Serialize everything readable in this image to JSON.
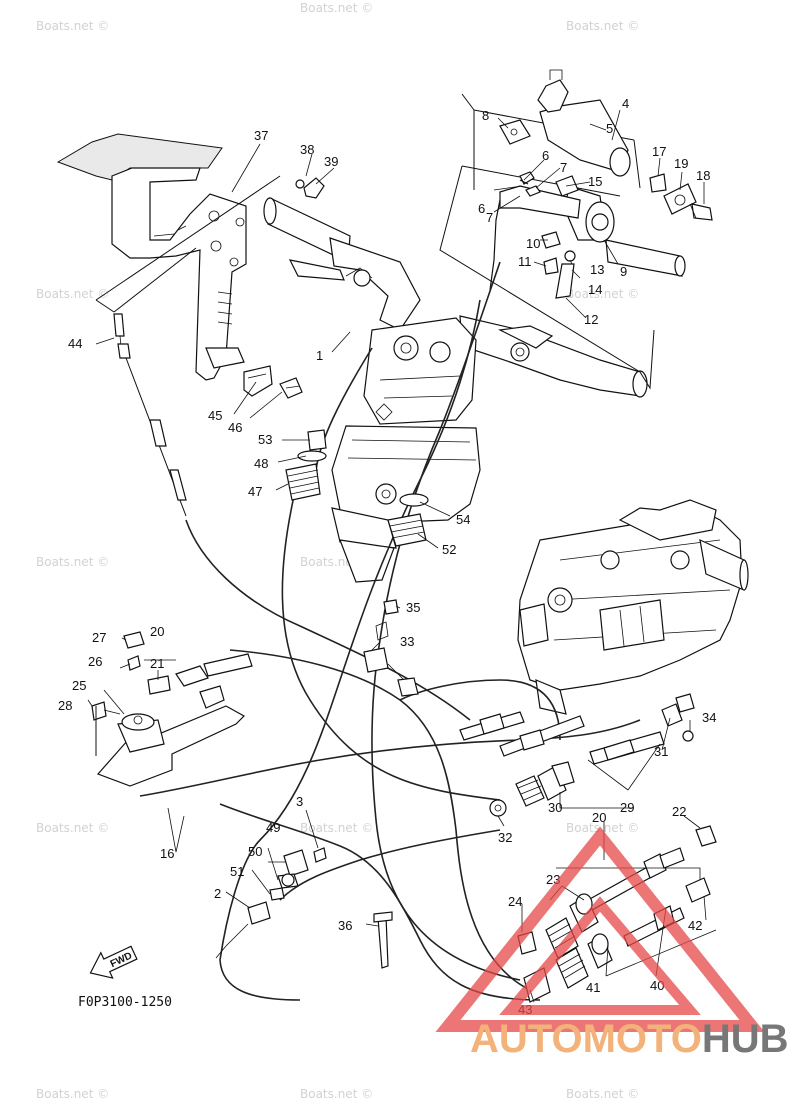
{
  "watermark_text": "Boats.net ©",
  "diagram_code": "F0P3100-1250",
  "fwd_label": "FWD",
  "brand": {
    "part1": "AUTOMOTO",
    "part2": "HUB",
    "color1": "#f2b27a",
    "color2": "#777777",
    "triangle_color": "#e64848"
  },
  "labels": [
    {
      "id": "l1",
      "text": "1"
    },
    {
      "id": "l2",
      "text": "2"
    },
    {
      "id": "l3",
      "text": "3"
    },
    {
      "id": "l4",
      "text": "4"
    },
    {
      "id": "l5",
      "text": "5"
    },
    {
      "id": "l6a",
      "text": "6"
    },
    {
      "id": "l6b",
      "text": "6"
    },
    {
      "id": "l7a",
      "text": "7"
    },
    {
      "id": "l7b",
      "text": "7"
    },
    {
      "id": "l8",
      "text": "8"
    },
    {
      "id": "l9",
      "text": "9"
    },
    {
      "id": "l10",
      "text": "10"
    },
    {
      "id": "l11",
      "text": "11"
    },
    {
      "id": "l12",
      "text": "12"
    },
    {
      "id": "l13",
      "text": "13"
    },
    {
      "id": "l14",
      "text": "14"
    },
    {
      "id": "l15",
      "text": "15"
    },
    {
      "id": "l16",
      "text": "16"
    },
    {
      "id": "l17",
      "text": "17"
    },
    {
      "id": "l18",
      "text": "18"
    },
    {
      "id": "l19",
      "text": "19"
    },
    {
      "id": "l20a",
      "text": "20"
    },
    {
      "id": "l20b",
      "text": "20"
    },
    {
      "id": "l21",
      "text": "21"
    },
    {
      "id": "l22",
      "text": "22"
    },
    {
      "id": "l23",
      "text": "23"
    },
    {
      "id": "l24",
      "text": "24"
    },
    {
      "id": "l25",
      "text": "25"
    },
    {
      "id": "l26",
      "text": "26"
    },
    {
      "id": "l27",
      "text": "27"
    },
    {
      "id": "l28",
      "text": "28"
    },
    {
      "id": "l29",
      "text": "29"
    },
    {
      "id": "l30",
      "text": "30"
    },
    {
      "id": "l31",
      "text": "31"
    },
    {
      "id": "l32",
      "text": "32"
    },
    {
      "id": "l33",
      "text": "33"
    },
    {
      "id": "l34",
      "text": "34"
    },
    {
      "id": "l35",
      "text": "35"
    },
    {
      "id": "l36",
      "text": "36"
    },
    {
      "id": "l37",
      "text": "37"
    },
    {
      "id": "l38",
      "text": "38"
    },
    {
      "id": "l39",
      "text": "39"
    },
    {
      "id": "l40",
      "text": "40"
    },
    {
      "id": "l41",
      "text": "41"
    },
    {
      "id": "l42",
      "text": "42"
    },
    {
      "id": "l43",
      "text": "43"
    },
    {
      "id": "l44",
      "text": "44"
    },
    {
      "id": "l45",
      "text": "45"
    },
    {
      "id": "l46",
      "text": "46"
    },
    {
      "id": "l47",
      "text": "47"
    },
    {
      "id": "l48",
      "text": "48"
    },
    {
      "id": "l49",
      "text": "49"
    },
    {
      "id": "l50",
      "text": "50"
    },
    {
      "id": "l51",
      "text": "51"
    },
    {
      "id": "l52",
      "text": "52"
    },
    {
      "id": "l53",
      "text": "53"
    },
    {
      "id": "l54",
      "text": "54"
    }
  ]
}
